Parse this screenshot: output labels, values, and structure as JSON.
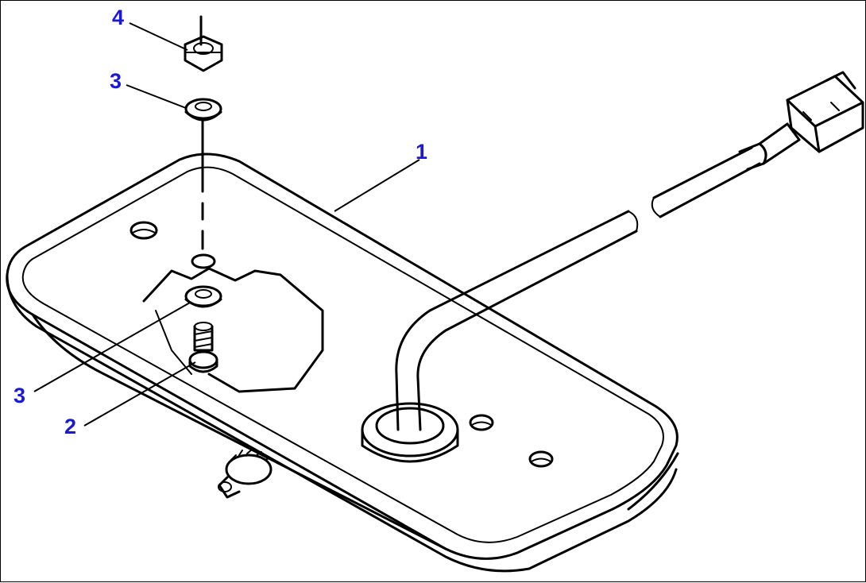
{
  "diagram": {
    "callouts": [
      {
        "id": "callout-4-nut",
        "label": "4"
      },
      {
        "id": "callout-3-top-washer",
        "label": "3"
      },
      {
        "id": "callout-1-mirror",
        "label": "1"
      },
      {
        "id": "callout-3-bottom-washer",
        "label": "3"
      },
      {
        "id": "callout-2-bolt",
        "label": "2"
      }
    ],
    "accent_color": "#1a1ad6"
  }
}
